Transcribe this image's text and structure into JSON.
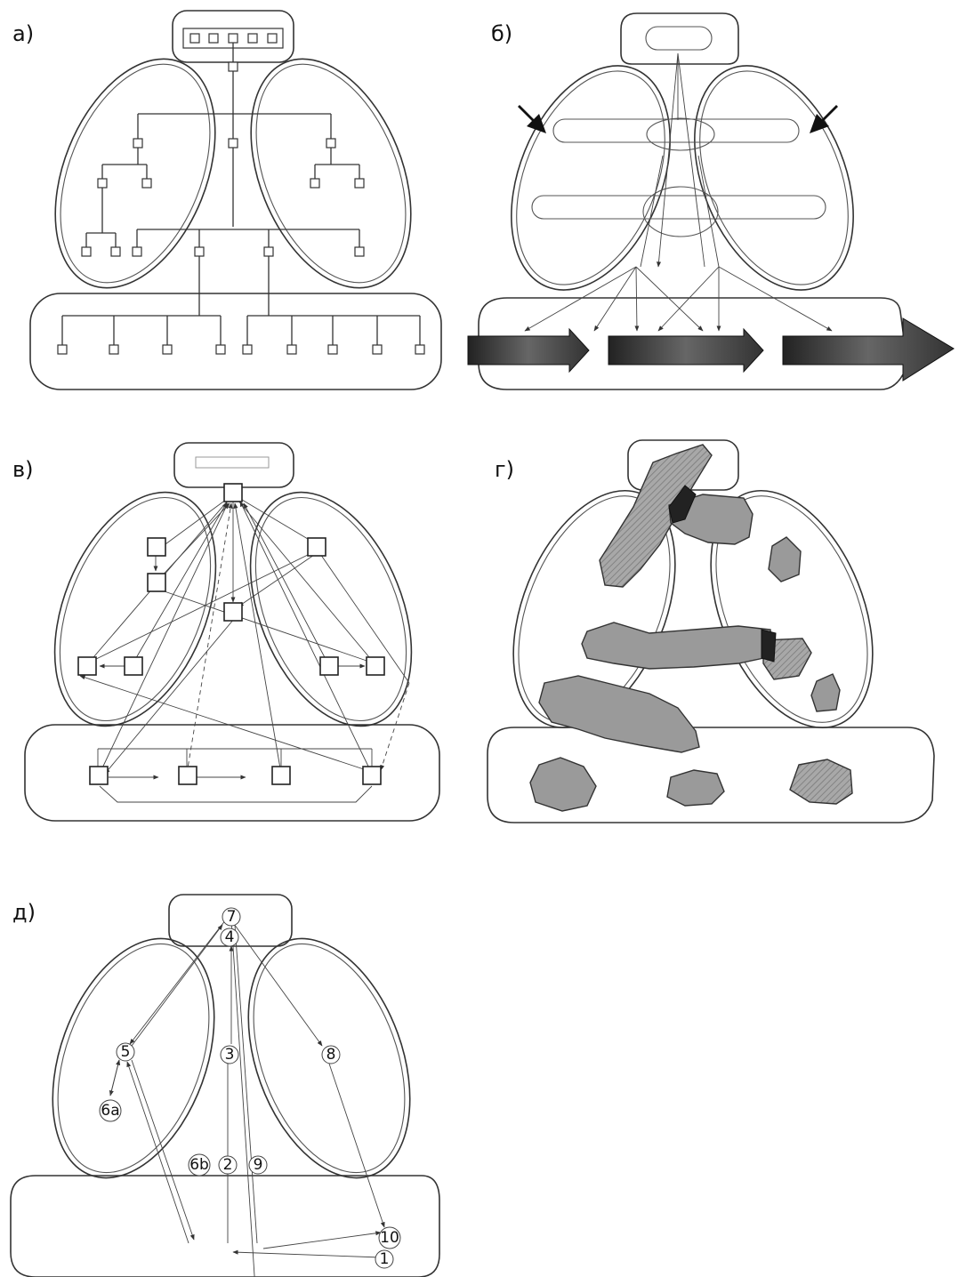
{
  "panels": {
    "a": {
      "label": "а)"
    },
    "b": {
      "label": "б)"
    },
    "v": {
      "label": "в)"
    },
    "g": {
      "label": "г)"
    },
    "d": {
      "label": "д)"
    }
  },
  "d_nodes": [
    "7",
    "4",
    "3",
    "5",
    "8",
    "6a",
    "6b",
    "2",
    "9",
    "10",
    "1"
  ]
}
